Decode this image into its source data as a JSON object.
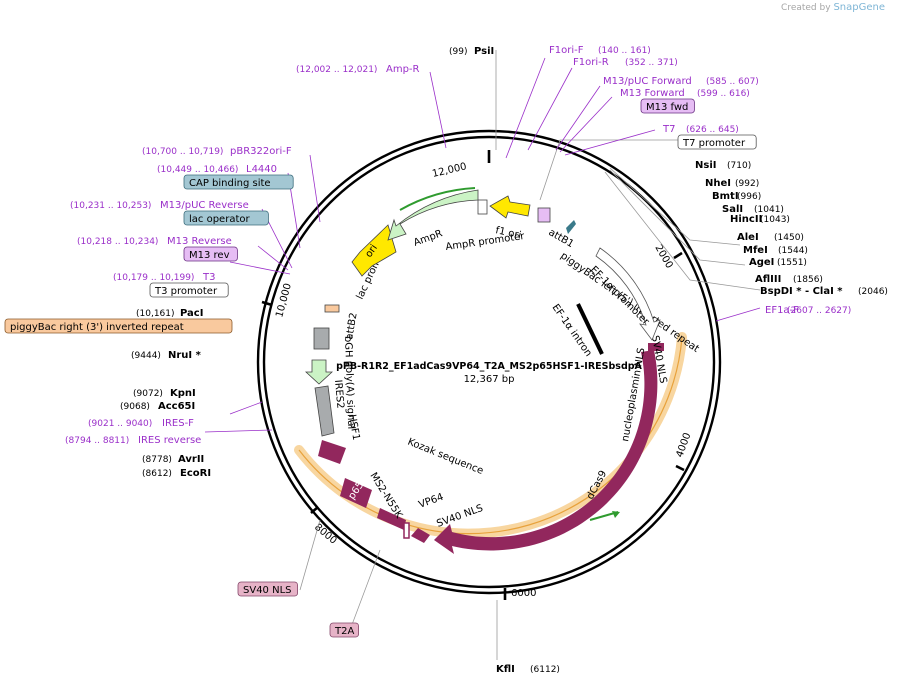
{
  "app": {
    "brand_prefix": "Created by",
    "brand_name": "SnapGene"
  },
  "plasmid": {
    "name": "pPB-R1R2_EF1adCas9VP64_T2A_MS2p65HSF1-IRESbsdpA",
    "length": "12,367 bp"
  },
  "colors": {
    "enzyme": "#000000",
    "primer": "#9a2fc9",
    "dcas9": "#92275d",
    "amp": "#cbf3c5",
    "ori": "#ffe800",
    "promoter_box": "#ffffff",
    "hl_orange": "#f6a640",
    "hl_purple": "#e6bdf4",
    "teal_box": "#a3c7d3",
    "pink_box": "#e6b3c7",
    "salmon_box": "#f9c99e"
  },
  "tick_labels": [
    "12,000",
    "2000",
    "4000",
    "6000",
    "8000",
    "10,000"
  ],
  "annotations": [
    {
      "name": "PsiI",
      "pos": "(99)",
      "kind": "enzyme"
    },
    {
      "name": "NsiI",
      "pos": "(710)",
      "kind": "enzyme"
    },
    {
      "name": "NheI",
      "pos": "(992)",
      "kind": "enzyme"
    },
    {
      "name": "BmtI",
      "pos": "(996)",
      "kind": "enzyme"
    },
    {
      "name": "SalI",
      "pos": "(1041)",
      "kind": "enzyme"
    },
    {
      "name": "HincII",
      "pos": "(1043)",
      "kind": "enzyme"
    },
    {
      "name": "AleI",
      "pos": "(1450)",
      "kind": "enzyme"
    },
    {
      "name": "MfeI",
      "pos": "(1544)",
      "kind": "enzyme"
    },
    {
      "name": "AgeI",
      "pos": "(1551)",
      "kind": "enzyme"
    },
    {
      "name": "AflIII",
      "pos": "(1856)",
      "kind": "enzyme"
    },
    {
      "name": "BspDI * - ClaI *",
      "pos": "(2046)",
      "kind": "enzyme"
    },
    {
      "name": "KflI",
      "pos": "(6112)",
      "kind": "enzyme"
    },
    {
      "name": "EcoRI",
      "pos": "(8612)",
      "kind": "enzyme"
    },
    {
      "name": "AvrII",
      "pos": "(8778)",
      "kind": "enzyme"
    },
    {
      "name": "Acc65I",
      "pos": "(9068)",
      "kind": "enzyme"
    },
    {
      "name": "KpnI",
      "pos": "(9072)",
      "kind": "enzyme"
    },
    {
      "name": "NruI *",
      "pos": "(9444)",
      "kind": "enzyme"
    },
    {
      "name": "PacI",
      "pos": "(10,161)",
      "kind": "enzyme"
    },
    {
      "name": "F1ori-F",
      "pos": "(140 .. 161)",
      "kind": "primer"
    },
    {
      "name": "F1ori-R",
      "pos": "(352 .. 371)",
      "kind": "primer"
    },
    {
      "name": "M13/pUC Forward",
      "pos": "(585 .. 607)",
      "kind": "primer"
    },
    {
      "name": "M13 Forward",
      "pos": "(599 .. 616)",
      "kind": "primer"
    },
    {
      "name": "T7",
      "pos": "(626 .. 645)",
      "kind": "primer"
    },
    {
      "name": "EF1a-F",
      "pos": "(2607 .. 2627)",
      "kind": "primer"
    },
    {
      "name": "IRES reverse",
      "pos": "(8794 .. 8811)",
      "kind": "primer"
    },
    {
      "name": "IRES-F",
      "pos": "(9021 .. 9040)",
      "kind": "primer"
    },
    {
      "name": "T3",
      "pos": "(10,179 .. 10,199)",
      "kind": "primer"
    },
    {
      "name": "M13 Reverse",
      "pos": "(10,218 .. 10,234)",
      "kind": "primer"
    },
    {
      "name": "M13/pUC Reverse",
      "pos": "(10,231 .. 10,253)",
      "kind": "primer"
    },
    {
      "name": "L4440",
      "pos": "(10,449 .. 10,466)",
      "kind": "primer"
    },
    {
      "name": "pBR322ori-F",
      "pos": "(10,700 .. 10,719)",
      "kind": "primer"
    },
    {
      "name": "Amp-R",
      "pos": "(12,002 .. 12,021)",
      "kind": "primer"
    },
    {
      "name": "M13 fwd",
      "pos": "",
      "kind": "box-purple"
    },
    {
      "name": "T7 promoter",
      "pos": "",
      "kind": "box-white"
    },
    {
      "name": "T3 promoter",
      "pos": "",
      "kind": "box-white"
    },
    {
      "name": "CAP binding site",
      "pos": "",
      "kind": "box-teal"
    },
    {
      "name": "lac operator",
      "pos": "",
      "kind": "box-teal"
    },
    {
      "name": "M13 rev",
      "pos": "",
      "kind": "box-purple"
    },
    {
      "name": "piggyBac right (3') inverted repeat",
      "pos": "",
      "kind": "box-salmon"
    },
    {
      "name": "SV40 NLS",
      "pos": "",
      "kind": "box-pink"
    },
    {
      "name": "T2A",
      "pos": "",
      "kind": "box-pink"
    }
  ],
  "features": {
    "ori": "ori",
    "ampr": "AmpR",
    "ampr_promoter": "AmpR promoter",
    "f1_ori": "f1 ori",
    "attb1": "attB1",
    "pb_left": "piggyBac left (5') inverted repeat",
    "ef1a_promoter": "EF-1α promoter",
    "ef1a_intron": "EF-1α intron",
    "nls_top": "SV40 NLS",
    "nucleoplasmin": "nucleoplasmin NLS",
    "dcas9": "dCas9",
    "sv40_nls_in": "SV40 NLS",
    "vp64": "VP64",
    "kozak": "Kozak sequence",
    "ms2": "MS2-N55K",
    "p65": "p65",
    "hsf1": "HSF1",
    "ires2": "IRES2",
    "bgh": "bGH poly(A) signal",
    "attb2": "attB2",
    "lac_promoter": "lac promoter"
  }
}
